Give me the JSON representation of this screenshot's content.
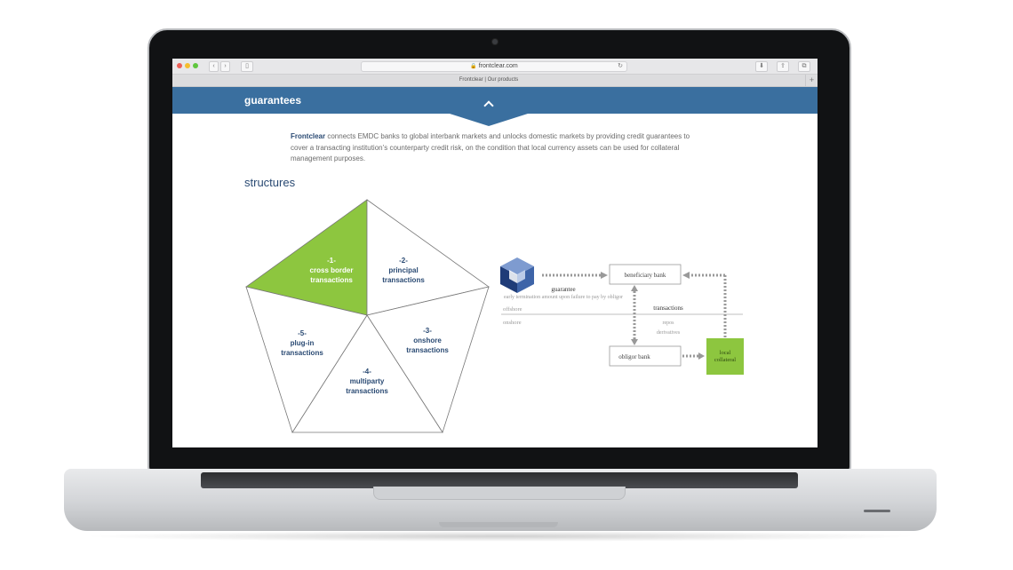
{
  "browser": {
    "url": "frontclear.com",
    "tab_title": "Frontclear | Our products",
    "new_tab": "+"
  },
  "banner": {
    "title": "guarantees"
  },
  "intro": {
    "brand": "Frontclear",
    "text": " connects EMDC banks to global interbank markets and unlocks domestic markets by providing credit guarantees to cover a transacting institution’s counterparty credit risk, on the condition that local currency assets can be used for collateral management purposes."
  },
  "structures": {
    "title": "structures",
    "segments": [
      {
        "number": "-1-",
        "line1": "cross border",
        "line2": "transactions",
        "highlighted": true
      },
      {
        "number": "-2-",
        "line1": "principal",
        "line2": "transactions",
        "highlighted": false
      },
      {
        "number": "-3-",
        "line1": "onshore",
        "line2": "transactions",
        "highlighted": false
      },
      {
        "number": "-4-",
        "line1": "multiparty",
        "line2": "transactions",
        "highlighted": false
      },
      {
        "number": "-5-",
        "line1": "plug-in",
        "line2": "transactions",
        "highlighted": false
      }
    ]
  },
  "flow": {
    "beneficiary": "beneficiary bank",
    "guarantee": "guarantee",
    "guarantee_note": "early termination amount upon failure to pay by obligor",
    "offshore": "offshore",
    "onshore": "onshore",
    "transactions": "transactions",
    "repos": "repos",
    "derivatives": "derivatives",
    "obligor": "obligor bank",
    "collateral_line1": "local",
    "collateral_line2": "collateral"
  },
  "colors": {
    "brand_blue": "#3a6f9f",
    "title_navy": "#2a4a73",
    "accent_green": "#8dc63f",
    "traffic_red": "#ec5f57",
    "traffic_yellow": "#f5bd2f",
    "traffic_green": "#5fc63e"
  },
  "icons": [
    "back-icon",
    "forward-icon",
    "sidebar-icon",
    "lock-icon",
    "reload-icon",
    "download-icon",
    "share-icon",
    "tabs-icon",
    "chevron-up-icon",
    "frontclear-logo-icon"
  ]
}
